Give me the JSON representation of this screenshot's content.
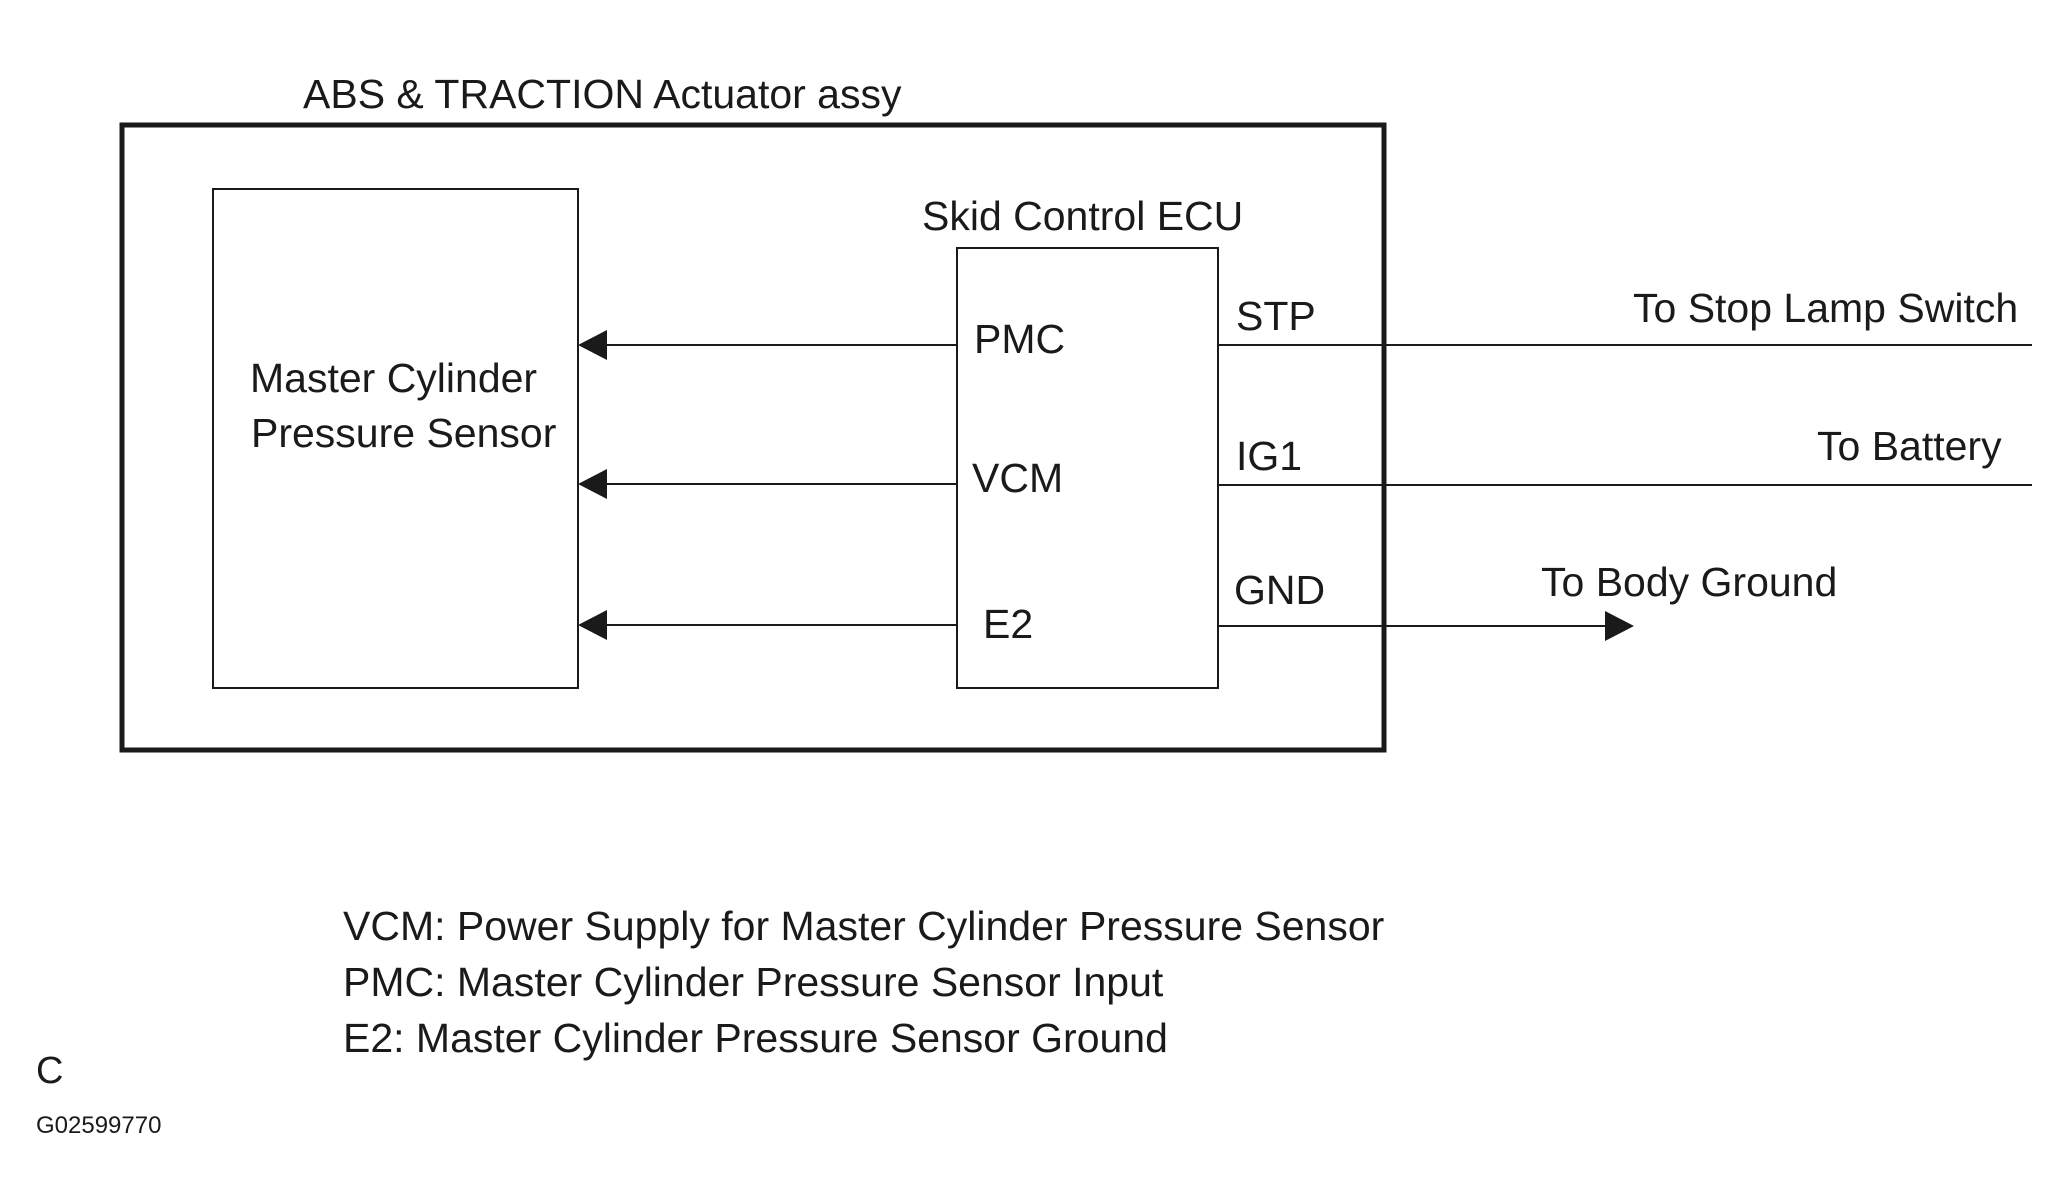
{
  "title": "ABS & TRACTION Actuator assy",
  "sensor": {
    "line1": "Master Cylinder",
    "line2": "Pressure Sensor"
  },
  "ecu": {
    "title": "Skid Control ECU",
    "left_pins": [
      "PMC",
      "VCM",
      "E2"
    ],
    "right_pins": [
      "STP",
      "IG1",
      "GND"
    ]
  },
  "destinations": {
    "stp": "To Stop Lamp Switch",
    "ig1": "To Battery",
    "gnd": "To Body Ground"
  },
  "legend": [
    "VCM: Power Supply for Master Cylinder Pressure Sensor",
    "PMC: Master Cylinder Pressure Sensor Input",
    "E2: Master Cylinder Pressure Sensor Ground"
  ],
  "figure_letter": "C",
  "figure_id": "G02599770"
}
